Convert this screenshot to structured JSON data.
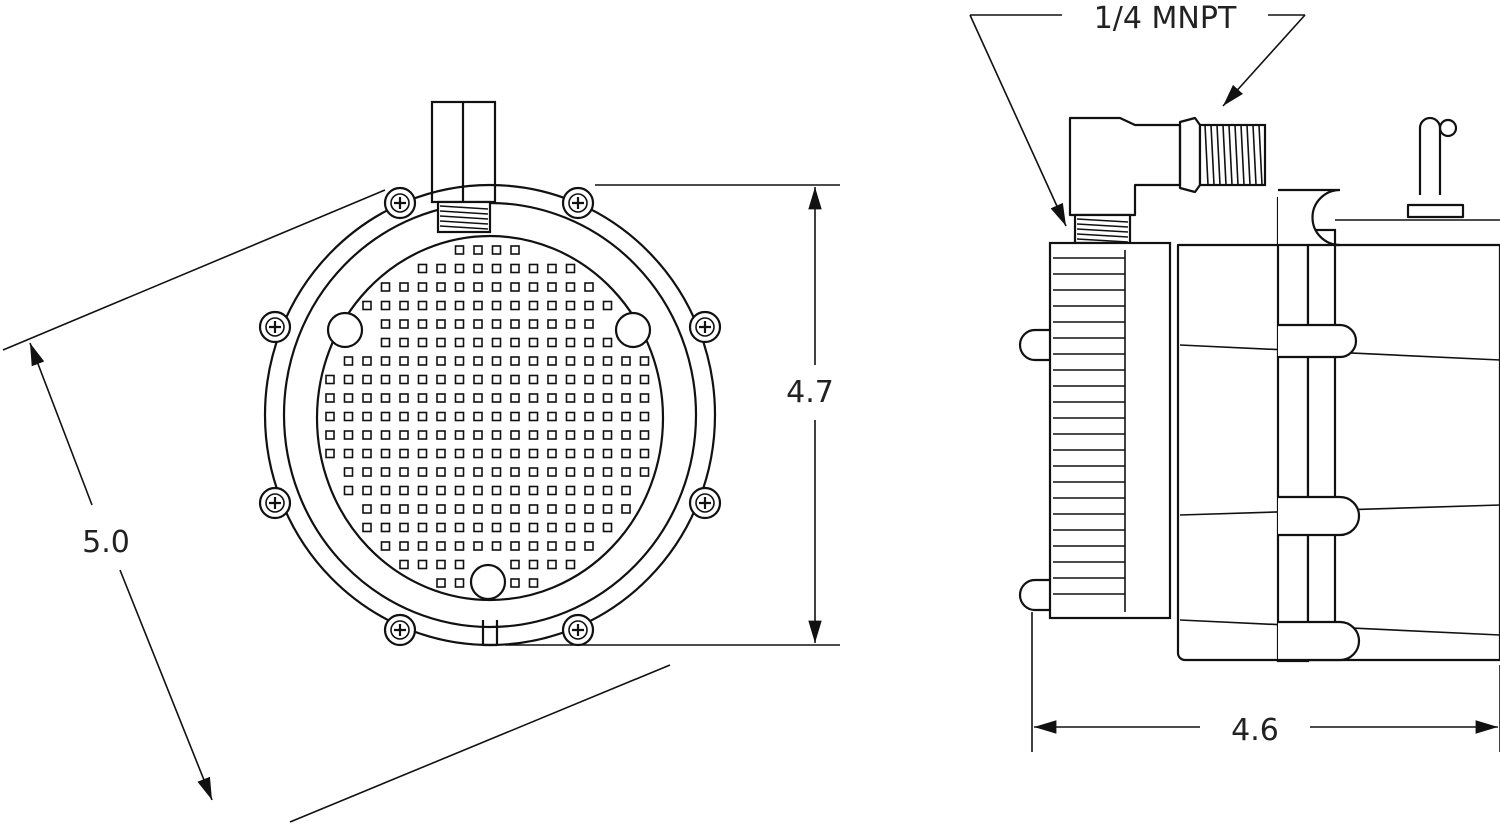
{
  "dimensions": {
    "height_label": "4.7",
    "diagonal_label": "5.0",
    "length_label": "4.6",
    "fitting_label": "1/4 MNPT"
  },
  "colors": {
    "line": "#111111",
    "background": "#ffffff"
  }
}
